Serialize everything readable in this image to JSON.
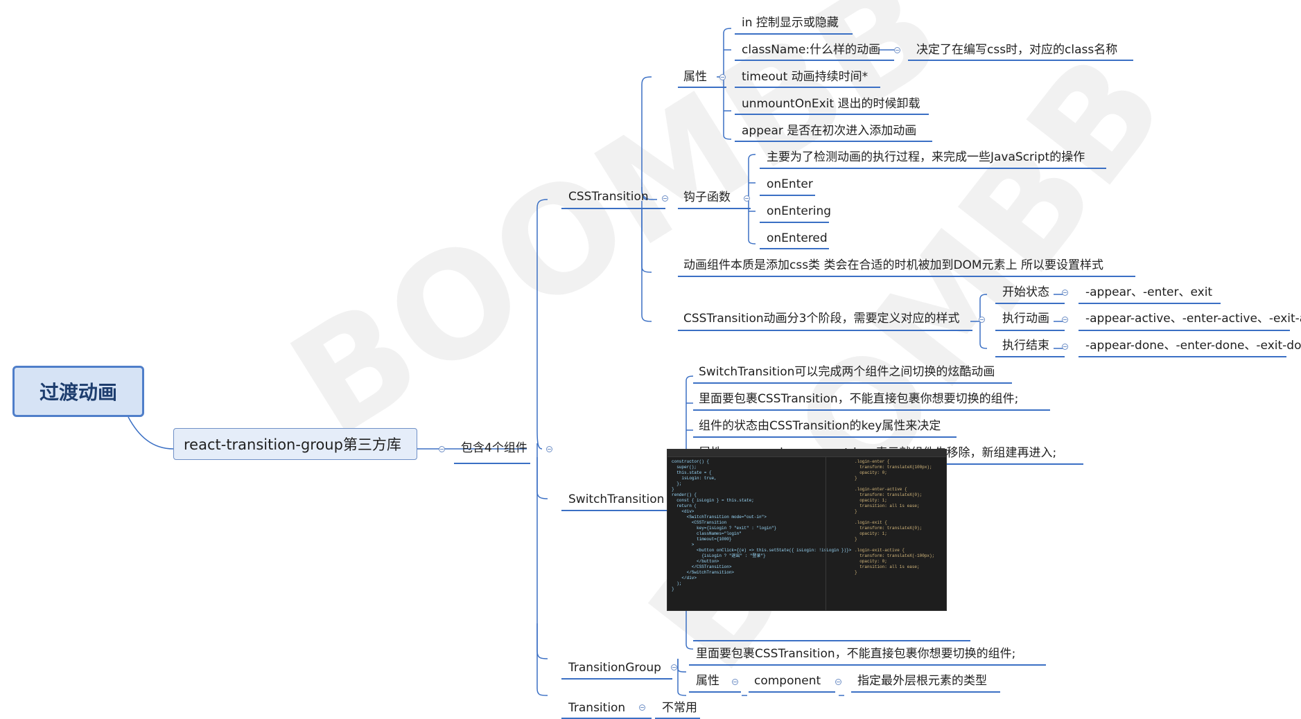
{
  "root": {
    "label": "过渡动画"
  },
  "main_node": {
    "label": "react-transition-group第三方库"
  },
  "group": {
    "label": "包含4个组件"
  },
  "css_transition": {
    "label": "CSSTransition",
    "props": {
      "label": "属性",
      "items": [
        "in 控制显示或隐藏",
        "className:什么样的动画",
        "timeout 动画持续时间*",
        "unmountOnExit 退出的时候卸载",
        "appear 是否在初次进入添加动画"
      ],
      "classname_note": "决定了在编写css时，对应的class名称"
    },
    "hooks": {
      "label": "钩子函数",
      "items": [
        "主要为了检测动画的执行过程，来完成一些JavaScript的操作",
        "onEnter",
        "onEntering",
        "onEntered"
      ]
    },
    "essence": "动画组件本质是添加css类 类会在合适的时机被加到DOM元素上  所以要设置样式",
    "stages": {
      "label": "CSSTransition动画分3个阶段，需要定义对应的样式",
      "items": [
        {
          "label": "开始状态",
          "value": "-appear、-enter、exit"
        },
        {
          "label": "执行动画",
          "value": "-appear-active、-enter-active、-exit-active"
        },
        {
          "label": "执行结束",
          "value": "-appear-done、-enter-done、-exit-done"
        }
      ]
    }
  },
  "switch_transition": {
    "label": "SwitchTransition",
    "items": [
      "SwitchTransition可以完成两个组件之间切换的炫酷动画",
      "里面要包裹CSSTransition，不能直接包裹你想要切换的组件;",
      "组件的状态由CSSTransition的key属性来决定"
    ],
    "prop_label": "属性",
    "mode_label": "mode",
    "mode_value": "out-in：表示就组件先移除，新组建再进入;"
  },
  "transition_group": {
    "label": "TransitionGroup",
    "item": "里面要包裹CSSTransition，不能直接包裹你想要切换的组件;",
    "prop_label": "属性",
    "component_label": "component",
    "component_value": "指定最外层根元素的类型"
  },
  "transition": {
    "label": "Transition",
    "note": "不常用"
  },
  "code_left": "constructor() {\n  super();\n  this.state = {\n    isLogin: true,\n  };\n}\nrender() {\n  const { isLogin } = this.state;\n  return (\n    <div>\n      <SwitchTransition mode=\"out-in\">\n        <CSSTransition\n          key={isLogin ? \"exit\" : \"login\"}\n          classNames=\"login\"\n          timeout={1000}\n        >\n          <button onClick={(e) => this.setState({ isLogin: !isLogin })}>\n            {isLogin ? \"退出\" : \"登录\"}\n          </button>\n        </CSSTransition>\n      </SwitchTransition>\n    </div>\n  );\n}",
  "code_right": ".login-enter {\n  transform: translateX(100px);\n  opacity: 0;\n}\n\n.login-enter-active {\n  transform: translateX(0);\n  opacity: 1;\n  transition: all 1s ease;\n}\n\n.login-exit {\n  transform: translateX(0);\n  opacity: 1;\n}\n\n.login-exit-active {\n  transform: translateX(-100px);\n  opacity: 0;\n  transition: all 1s ease;\n}",
  "watermark": "BOOMBB"
}
